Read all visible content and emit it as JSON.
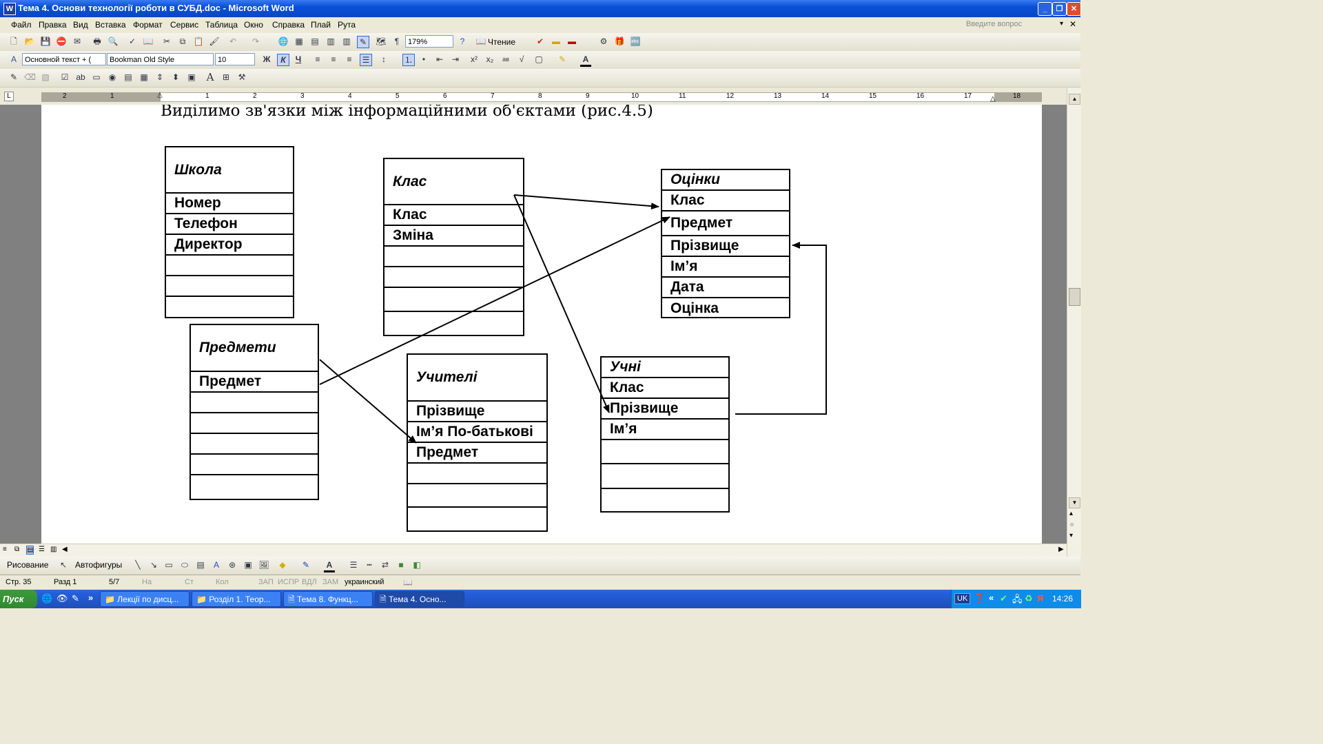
{
  "window": {
    "title": "Тема 4. Основи технології роботи в СУБД.doc - Microsoft Word",
    "buttons": [
      "_",
      "❐",
      "✕"
    ]
  },
  "menu": {
    "items": [
      "Файл",
      "Правка",
      "Вид",
      "Вставка",
      "Формат",
      "Сервис",
      "Таблица",
      "Окно",
      "Справка",
      "Плай",
      "Рута"
    ],
    "help_placeholder": "Введите вопрос"
  },
  "toolbar": {
    "zoom": "179%",
    "read_label": "Чтение",
    "style": "Основной текст + (",
    "font": "Bookman Old Style",
    "size": "10",
    "bold": "Ж",
    "italic": "К",
    "underline": "Ч"
  },
  "ruler": {
    "numbers": [
      "2",
      "1",
      "1",
      "2",
      "3",
      "4",
      "5",
      "6",
      "7",
      "8",
      "9",
      "10",
      "11",
      "12",
      "13",
      "14",
      "15",
      "16",
      "17",
      "18"
    ]
  },
  "document": {
    "heading": "Виділимо зв'язки між інформаційними об'єктами (рис.4.5)",
    "entities": {
      "school": {
        "title": "Школа",
        "fields": [
          "Номер",
          "Телефон",
          "Директор",
          "",
          "",
          ""
        ]
      },
      "class": {
        "title": "Клас",
        "fields": [
          "Клас",
          "Зміна",
          "",
          "",
          "",
          ""
        ]
      },
      "grades": {
        "title": "Оцінки",
        "fields": [
          "Клас",
          "Предмет",
          "Прізвище",
          "Ім’я",
          "Дата",
          "Оцінка"
        ]
      },
      "subjects": {
        "title": "Предмети",
        "fields": [
          "Предмет",
          "",
          "",
          "",
          "",
          ""
        ]
      },
      "teachers": {
        "title": "Учителі",
        "fields": [
          "Прізвище",
          "Ім’я По-батькові",
          "Предмет",
          "",
          "",
          ""
        ]
      },
      "students": {
        "title": "Учні",
        "fields": [
          "Клас",
          "Прізвище",
          "Ім’я",
          "",
          "",
          ""
        ]
      }
    }
  },
  "drawbar": {
    "drawing": "Рисование",
    "autoshapes": "Автофигуры"
  },
  "status": {
    "page": "Стр. 35",
    "section": "Разд 1",
    "pages": "5/7",
    "at": "На",
    "line": "Ст",
    "col": "Кол",
    "rec": "ЗАП",
    "trk": "ИСПР",
    "ext": "ВДЛ",
    "ovr": "ЗАМ",
    "lang": "украинский"
  },
  "taskbar": {
    "start": "Пуск",
    "tasks": [
      "Лекції по дисц...",
      "Розділ 1. Теор...",
      "Тема 8. Функц...",
      "Тема 4. Осно..."
    ],
    "lang": "UK",
    "time": "14:26"
  }
}
